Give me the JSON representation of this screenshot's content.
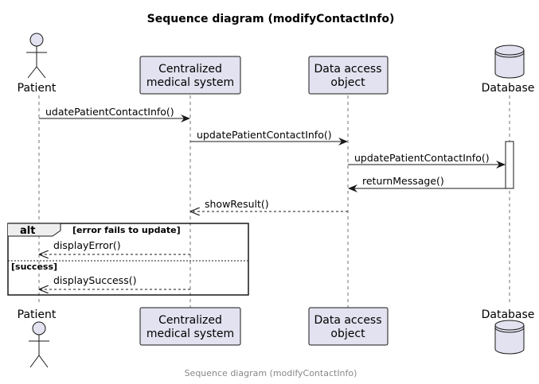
{
  "title": "Sequence diagram (modifyContactInfo)",
  "footer": "Sequence diagram (modifyContactInfo)",
  "colors": {
    "box_fill": "#e2e2f0",
    "stroke": "#181818",
    "lifeline": "#181818"
  },
  "participants": {
    "patient": {
      "label": "Patient",
      "kind": "actor"
    },
    "system": {
      "line1": "Centralized",
      "line2": "medical system",
      "kind": "participant"
    },
    "dao": {
      "line1": "Data access",
      "line2": "object",
      "kind": "participant"
    },
    "database": {
      "label": "Database",
      "kind": "database"
    }
  },
  "messages": {
    "m1": "udatePatientContactInfo()",
    "m2": "updatePatientContactInfo()",
    "m3": "updatePatientContactInfo()",
    "m4": "returnMessage()",
    "m5": "showResult()",
    "m6": "displayError()",
    "m7": "displaySuccess()"
  },
  "fragment": {
    "operator": "alt",
    "guard1": "[error fails to update]",
    "guard2": "[success]"
  }
}
